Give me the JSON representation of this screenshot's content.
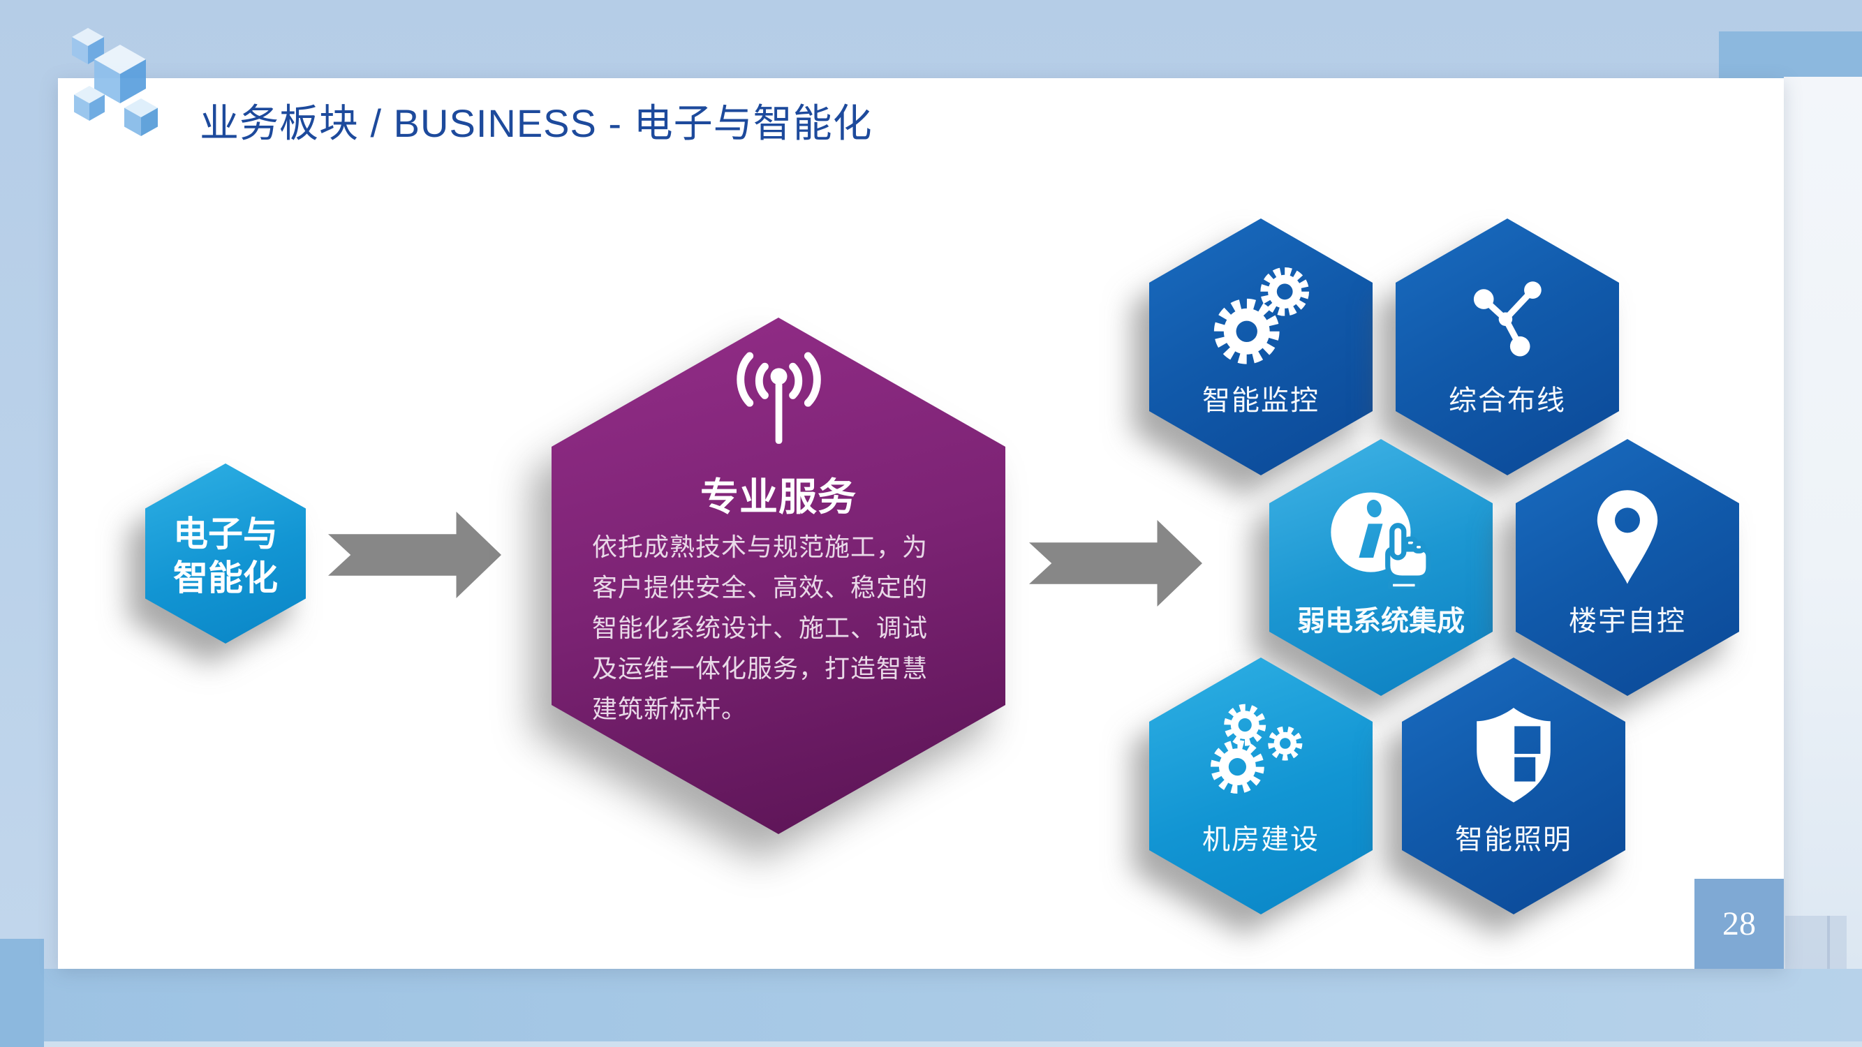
{
  "slide": {
    "title": "业务板块 / BUSINESS - 电子与智能化",
    "page_number": "28"
  },
  "source": {
    "label_line1": "电子与",
    "label_line2": "智能化"
  },
  "hero": {
    "heading": "专业服务",
    "body_lines": [
      "依托成熟技术与规范施工，为",
      "客户提供安全、高效、稳定的",
      "智能化系统设计、施工、调试",
      "及运维一体化服务，打造智慧",
      "建筑新标杆。"
    ],
    "icon": "broadcast-antenna-icon"
  },
  "services": [
    {
      "label": "智能监控",
      "icon": "gears-icon",
      "tone": "dark"
    },
    {
      "label": "综合布线",
      "icon": "network-nodes-icon",
      "tone": "dark"
    },
    {
      "label": "弱电系统集成",
      "icon": "info-hand-icon",
      "tone": "light"
    },
    {
      "label": "楼宇自控",
      "icon": "map-pin-icon",
      "tone": "dark"
    },
    {
      "label": "机房建设",
      "icon": "three-gears-icon",
      "tone": "light"
    },
    {
      "label": "智能照明",
      "icon": "shield-icon",
      "tone": "dark"
    }
  ],
  "colors": {
    "title_blue": "#1d4a9c",
    "hex_dark_blue": "#0f55a5",
    "hex_cyan": "#17a0d9",
    "hex_purple": "#7c2374",
    "arrow_gray": "#878787",
    "badge_blue": "#7fa9d4",
    "background_blue": "#b5cde7"
  }
}
